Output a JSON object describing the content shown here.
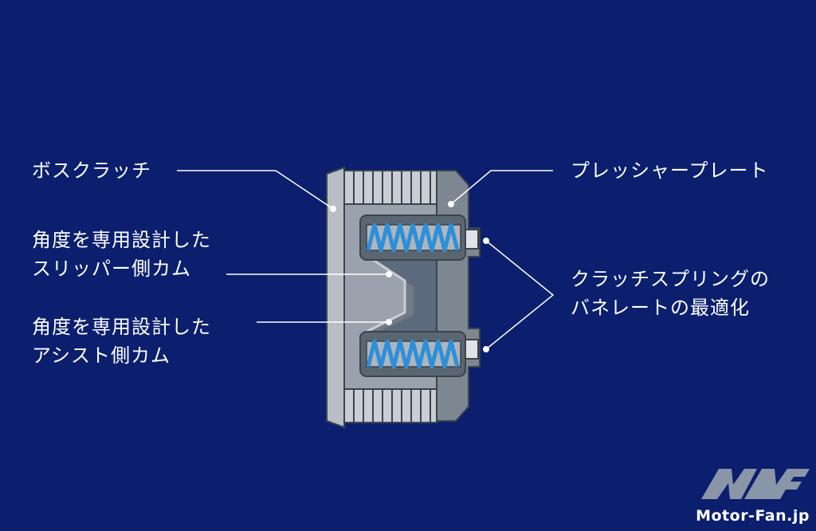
{
  "colors": {
    "background": "#0b1f6e",
    "part_fill": "#9aa3ad",
    "part_dark": "#5b6670",
    "spring": "#2d8fd9",
    "callout": "#ffffff"
  },
  "labels": {
    "boss_clutch": "ボスクラッチ",
    "slipper_cam": [
      "角度を専用設計した",
      "スリッパー側カム"
    ],
    "assist_cam": [
      "角度を専用設計した",
      "アシスト側カム"
    ],
    "pressure_plate": "プレッシャープレート",
    "clutch_spring": [
      "クラッチスプリングの",
      "バネレートの最適化"
    ]
  },
  "logo": {
    "text": "Motor-Fan.jp"
  }
}
